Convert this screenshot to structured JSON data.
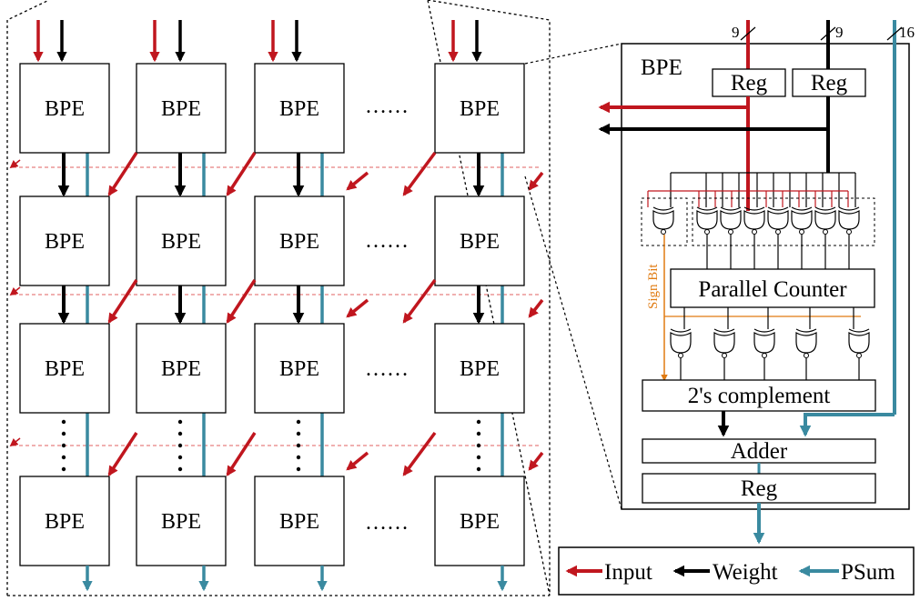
{
  "colors": {
    "input": "#c0161e",
    "weight": "#000000",
    "psum": "#3a8aa0",
    "sign": "#e07b12",
    "dashed_red": "#e06060"
  },
  "grid": {
    "pe_label": "BPE",
    "hdots": "……",
    "rows": 4,
    "cols": 4
  },
  "detail": {
    "title": "BPE",
    "reg_left": "Reg",
    "reg_right": "Reg",
    "bits_input": "9",
    "bits_weight": "9",
    "bits_psum": "16",
    "parallel_counter": "Parallel Counter",
    "twos_complement": "2's complement",
    "adder": "Adder",
    "reg_bottom": "Reg",
    "sign_bit": "Sign Bit"
  },
  "legend": {
    "input": "Input",
    "weight": "Weight",
    "psum": "PSum"
  }
}
